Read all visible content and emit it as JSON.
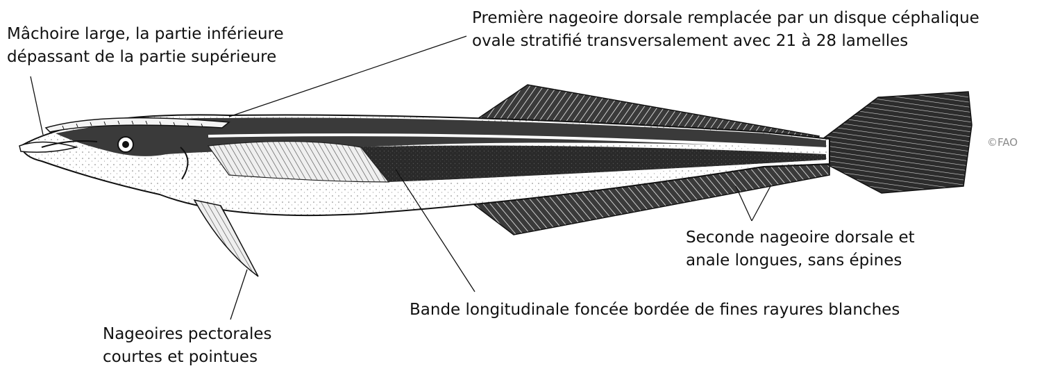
{
  "labels": {
    "jaw": [
      "Mâchoire large, la partie inférieure",
      "dépassant de la partie supérieure"
    ],
    "dorsal_disc": [
      "Première nageoire dorsale remplacée par un disque céphalique",
      "ovale stratifié transversalement avec 21 à 28 lamelles"
    ],
    "second_dorsal": [
      "Seconde nageoire dorsale et",
      "anale longues, sans épines"
    ],
    "band": [
      "Bande longitudinale foncée bordée de fines rayures blanches"
    ],
    "pectoral": [
      "Nageoires pectorales",
      "courtes et pointues"
    ]
  },
  "credit": "©FAO"
}
